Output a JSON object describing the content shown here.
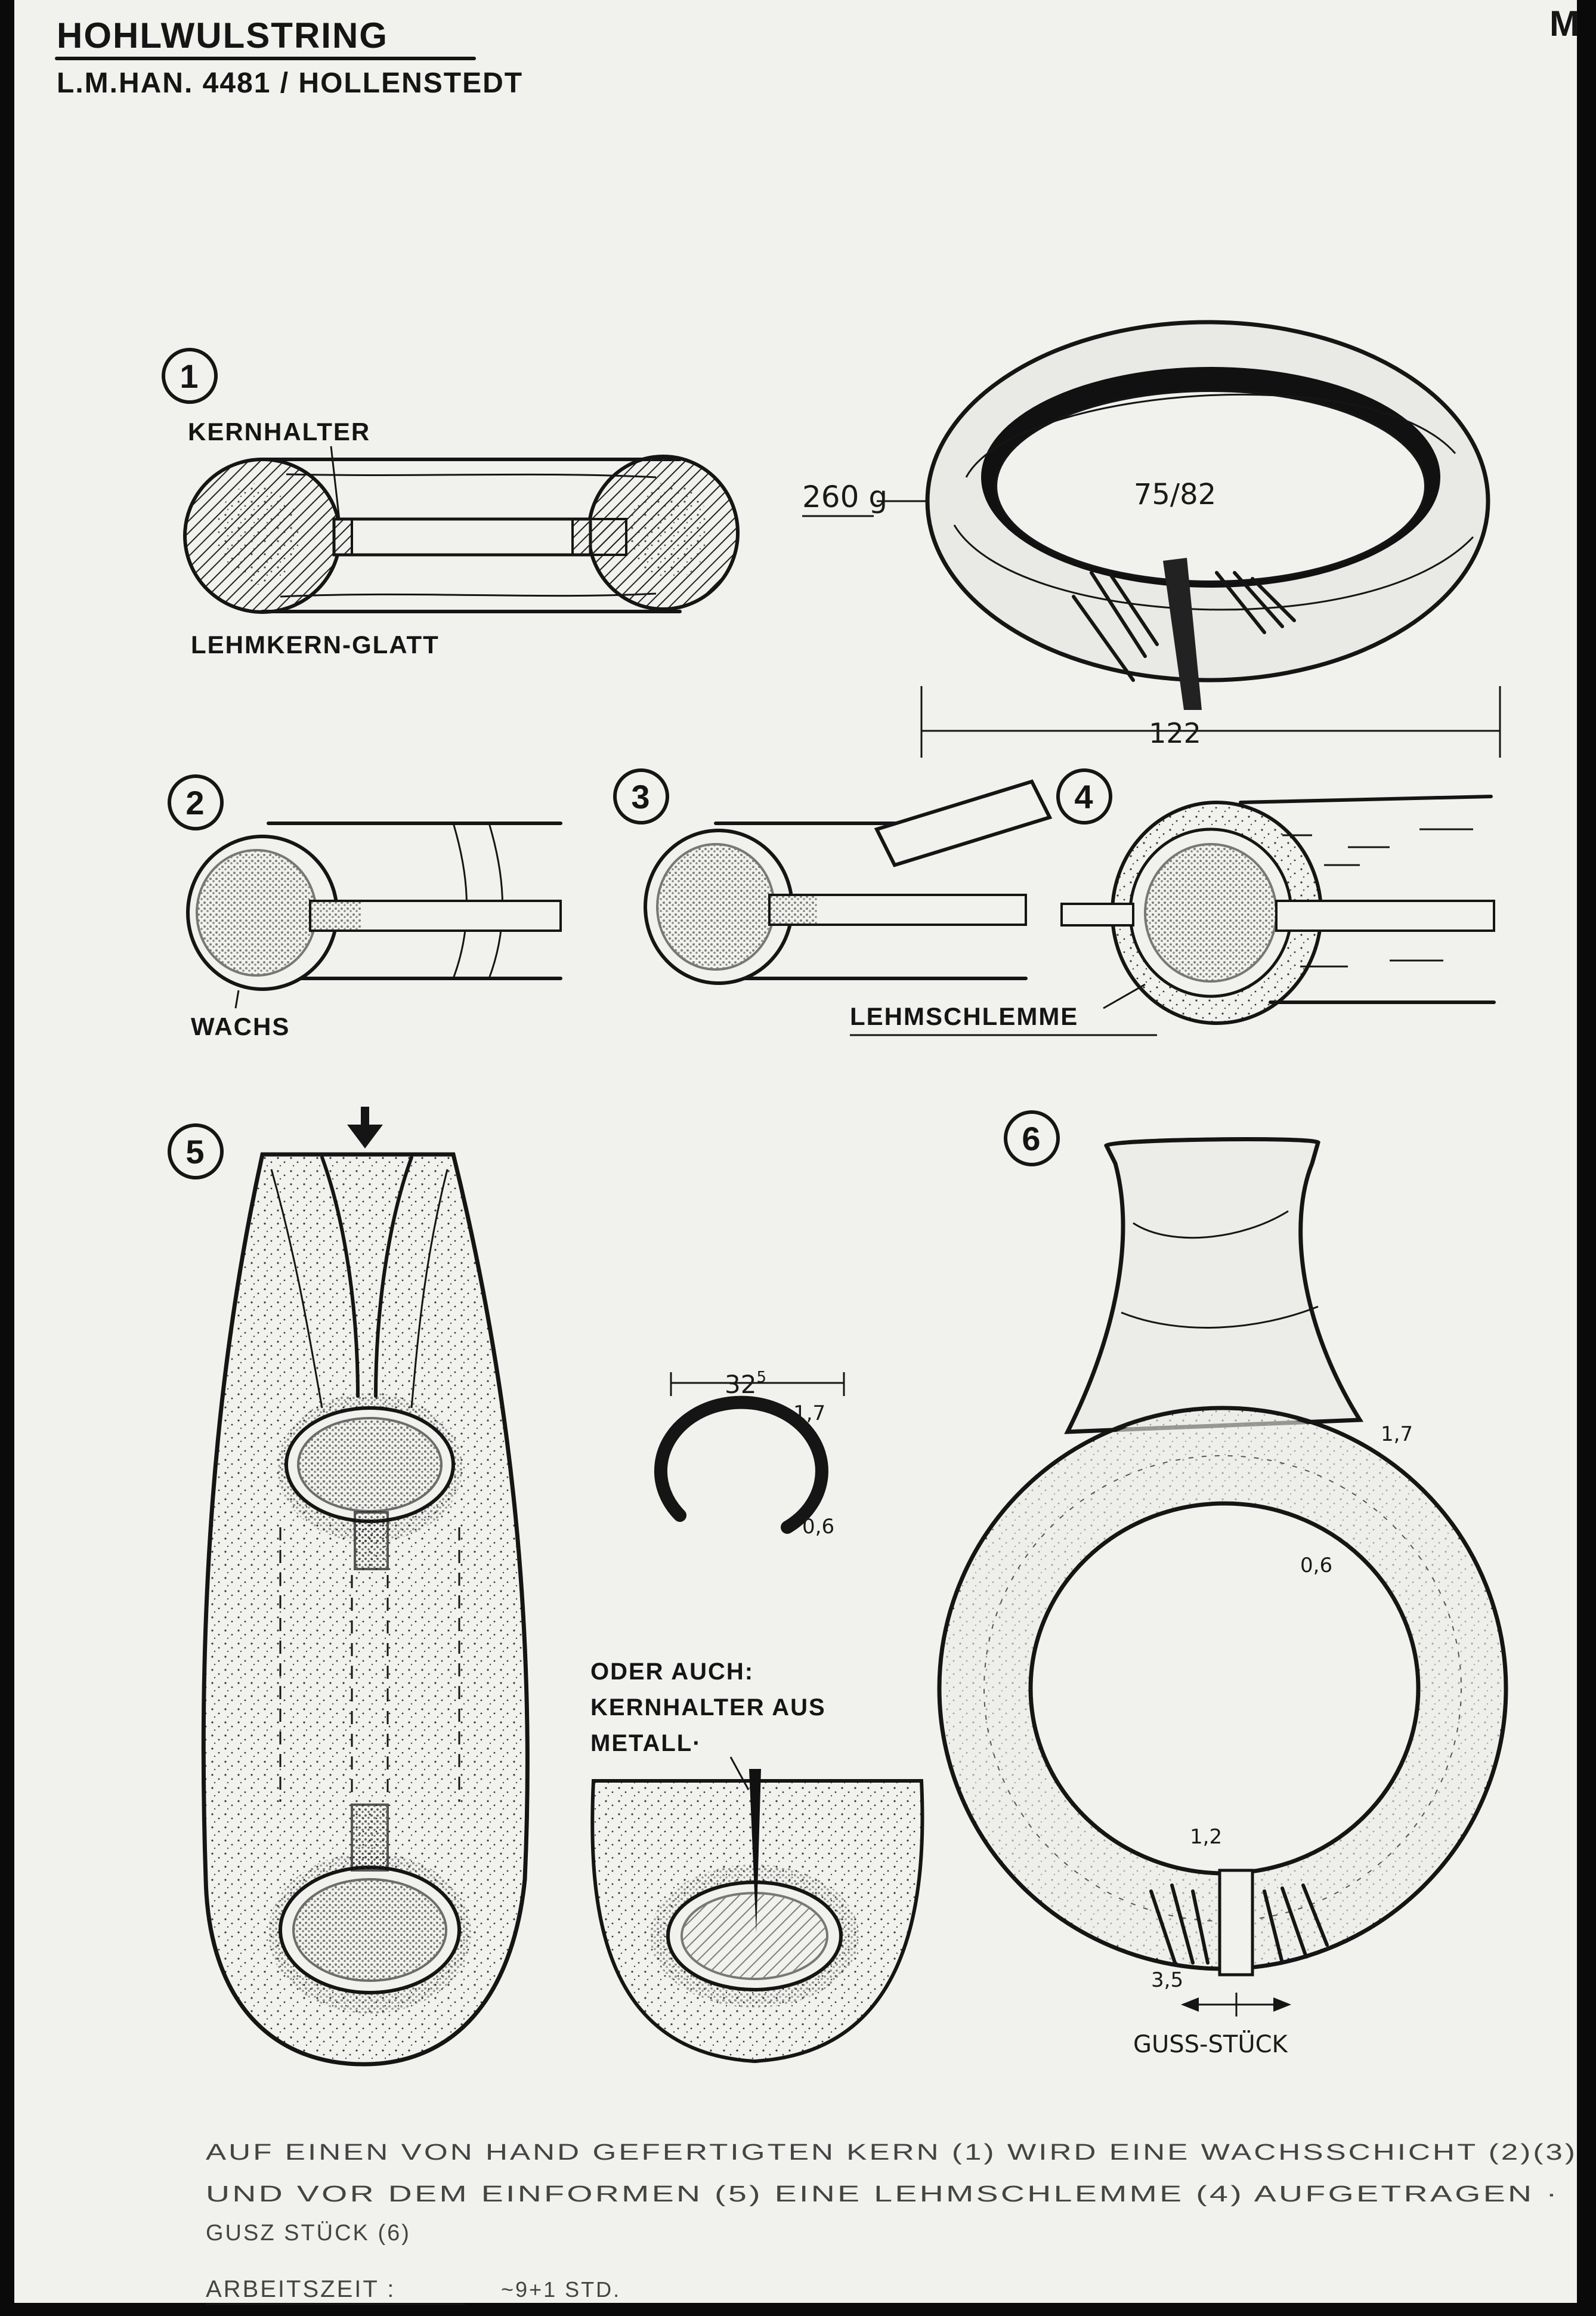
{
  "header": {
    "title": "HOHLWULSTRING",
    "subtitle": "L.M.HAN. 4481 / HOLLENSTEDT",
    "corner_mark": "M"
  },
  "steps": {
    "s1": "1",
    "s2": "2",
    "s3": "3",
    "s4": "4",
    "s5": "5",
    "s6": "6"
  },
  "labels": {
    "kernhalter": "KERNHALTER",
    "lehmkern": "LEHMKERN-GLATT",
    "wachs": "WACHS",
    "lehmschlemme": "LEHMSCHLEMME",
    "oder_line1": "ODER AUCH:",
    "oder_line2": "KERNHALTER AUS",
    "oder_line3": "METALL·",
    "guss": "GUSS-STÜCK"
  },
  "measurements": {
    "weight": "260 g",
    "diameter": "75/82",
    "width": "122",
    "section_width": "32",
    "section_width_sup": "5",
    "thickness_top": "1,7",
    "thickness_tip": "0,6",
    "cast_17": "1,7",
    "cast_06": "0,6",
    "cast_12": "1,2",
    "cast_35": "3,5"
  },
  "caption": {
    "line1": "AUF EINEN VON HAND GEFERTIGTEN KERN (1) WIRD EINE WACHSSCHICHT (2)(3)",
    "line2": "UND VOR DEM EINFORMEN (5) EINE LEHMSCHLEMME (4) AUFGETRAGEN ·",
    "line3": "GUSZ STÜCK (6)",
    "worktime_label": "ARBEITSZEIT :",
    "worktime_value": "~9+1 STD."
  }
}
